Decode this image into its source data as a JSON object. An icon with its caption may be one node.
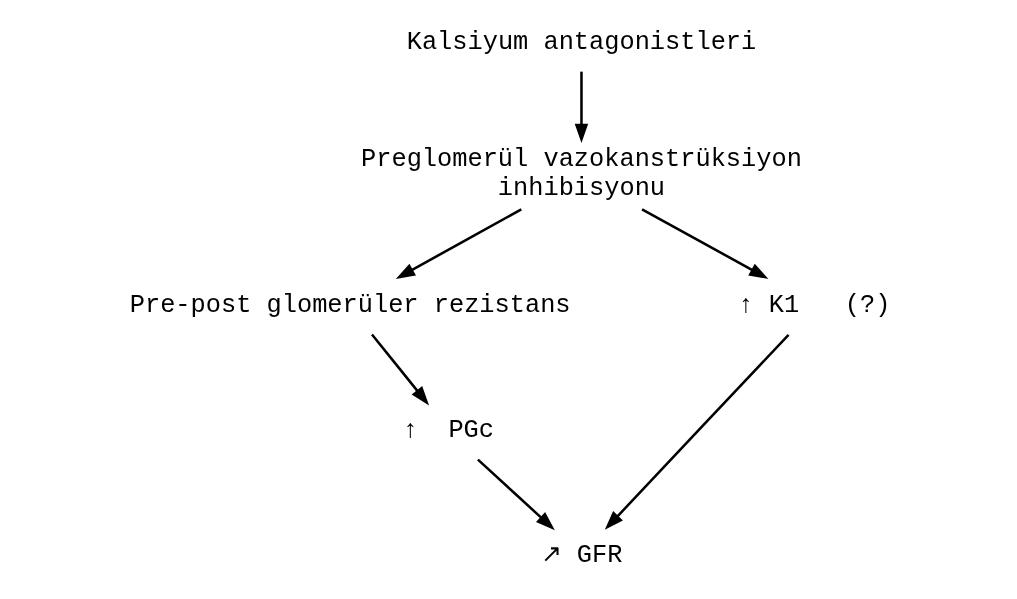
{
  "diagram": {
    "nodes": [
      {
        "text": [
          "Kalsiyum antagonistleri"
        ]
      },
      {
        "text": [
          "Preglomerül vazokanstrüksiyon inhibisyonu"
        ]
      },
      {
        "text": [
          "Pre-post glomerüler rezistans"
        ]
      },
      {
        "text": [
          "↑ K1"
        ],
        "beside": [
          "(?)"
        ]
      },
      {
        "text": [
          "PGc"
        ],
        "beside": [
          "↑"
        ]
      },
      {
        "text": [
          "↗ GFR"
        ]
      }
    ],
    "edges": [
      {
        "from": 0,
        "to": 1,
        "arrow": "to"
      },
      {
        "from": 1,
        "to": 2,
        "arrow": "to"
      },
      {
        "from": 1,
        "to": 3,
        "arrow": "to"
      },
      {
        "from": 2,
        "to": 4,
        "arrow": "to"
      },
      {
        "from": 4,
        "to": 5,
        "arrow": "to"
      },
      {
        "from": 3,
        "to": 5,
        "arrow": "to"
      }
    ]
  }
}
